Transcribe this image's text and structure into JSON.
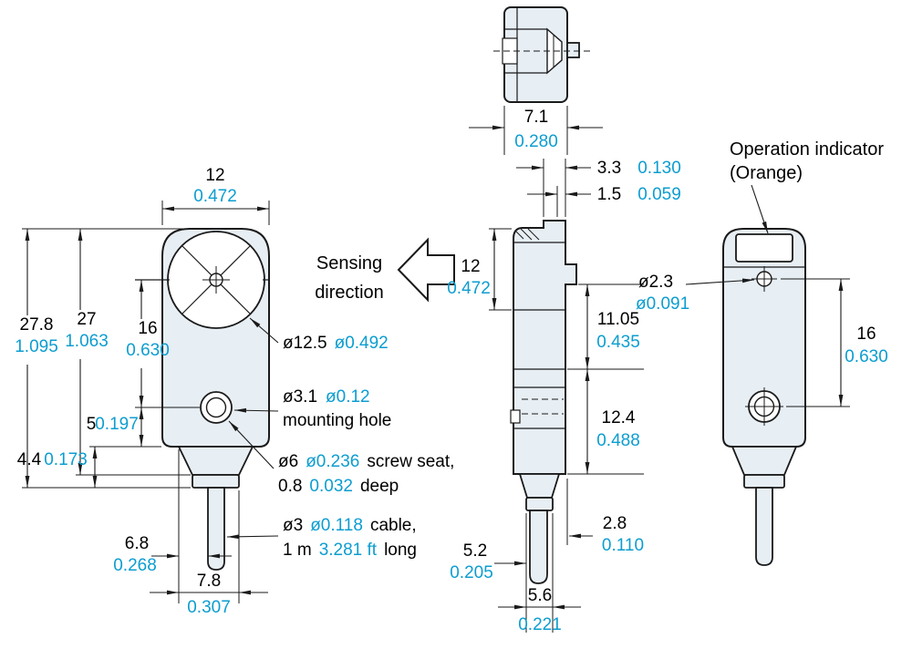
{
  "title": "Sensor dimensional drawing (mm / inch)",
  "colors": {
    "line": "#1a1a1a",
    "mm_text": "#000000",
    "inch_text": "#0c9dd0",
    "body_fill": "#e7eef4",
    "background": "#ffffff"
  },
  "labels": {
    "sensing_line1": "Sensing",
    "sensing_line2": "direction",
    "operation_indicator_line1": "Operation indicator",
    "operation_indicator_line2": "(Orange)"
  },
  "callouts": {
    "lens": {
      "mm": "ø12.5",
      "inch": "ø0.492"
    },
    "mounting_hole": {
      "mm": "ø3.1",
      "inch": "ø0.12",
      "label": "mounting hole"
    },
    "screw_seat": {
      "mm": "ø6",
      "inch": "ø0.236",
      "label": "screw seat,",
      "depth_mm": "0.8",
      "depth_inch": "0.032",
      "depth_label": "deep"
    },
    "cable": {
      "mm": "ø3",
      "inch": "ø0.118",
      "label": "cable,",
      "length_mm": "1 m",
      "length_inch": "3.281 ft",
      "length_label": "long"
    },
    "led_hole": {
      "mm": "ø2.3",
      "inch": "ø0.091"
    }
  },
  "dims": {
    "top_width": {
      "mm": "7.1",
      "inch": "0.280"
    },
    "front_width": {
      "mm": "12",
      "inch": "0.472"
    },
    "front_total_height": {
      "mm": "27.8",
      "inch": "1.095"
    },
    "front_body_height": {
      "mm": "27",
      "inch": "1.063"
    },
    "front_lens_to_hole": {
      "mm": "16",
      "inch": "0.630"
    },
    "front_hole_to_step": {
      "mm": "5",
      "inch": "0.197"
    },
    "front_step_height": {
      "mm": "4.4",
      "inch": "0.173"
    },
    "front_cable_offset": {
      "mm": "6.8",
      "inch": "0.268"
    },
    "front_bottom_width": {
      "mm": "7.8",
      "inch": "0.307"
    },
    "side_step_a": {
      "mm": "3.3",
      "inch": "0.130"
    },
    "side_step_b": {
      "mm": "1.5",
      "inch": "0.059"
    },
    "side_upper_height": {
      "mm": "12",
      "inch": "0.472"
    },
    "side_upper_span": {
      "mm": "11.05",
      "inch": "0.435"
    },
    "side_lower_span": {
      "mm": "12.4",
      "inch": "0.488"
    },
    "side_cable_right": {
      "mm": "2.8",
      "inch": "0.110"
    },
    "side_cable_left": {
      "mm": "5.2",
      "inch": "0.205"
    },
    "side_bottom_width": {
      "mm": "5.6",
      "inch": "0.221"
    },
    "back_led_to_hole": {
      "mm": "16",
      "inch": "0.630"
    }
  }
}
